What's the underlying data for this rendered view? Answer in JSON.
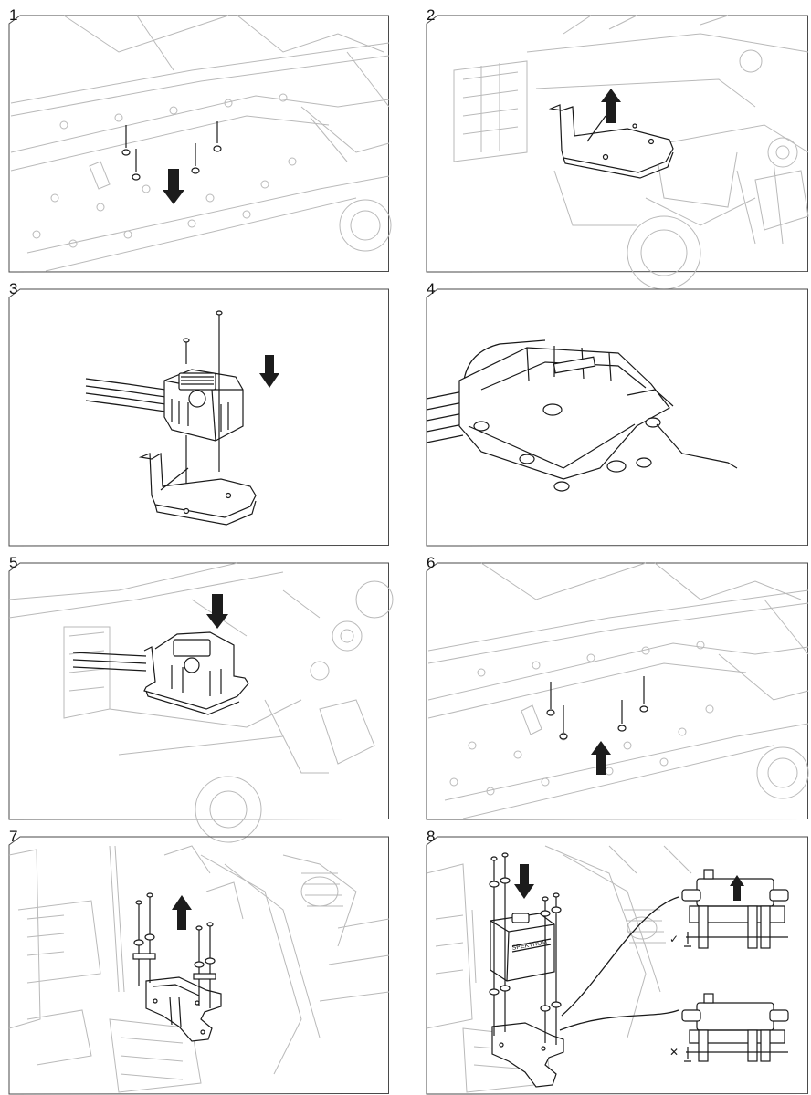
{
  "steps": [
    {
      "number": "1",
      "scene": "chassis-underside-screws-removal"
    },
    {
      "number": "2",
      "scene": "esc-tray-removal"
    },
    {
      "number": "3",
      "scene": "esc-mount-to-tray"
    },
    {
      "number": "4",
      "scene": "esc-underside-mounts"
    },
    {
      "number": "5",
      "scene": "esc-install-in-chassis"
    },
    {
      "number": "6",
      "scene": "chassis-underside-screws-install"
    },
    {
      "number": "7",
      "scene": "servo-mount-removal"
    },
    {
      "number": "8",
      "scene": "servo-install"
    }
  ],
  "servo_brand_label": "SPEKTRUM",
  "fit_indicators": {
    "correct": "✓",
    "incorrect": "✕"
  },
  "colors": {
    "line_art": "#1a1a1a",
    "background_art": "#b9b9b9",
    "arrow": "#1c1c1c",
    "frame": "#4a4a4a"
  }
}
